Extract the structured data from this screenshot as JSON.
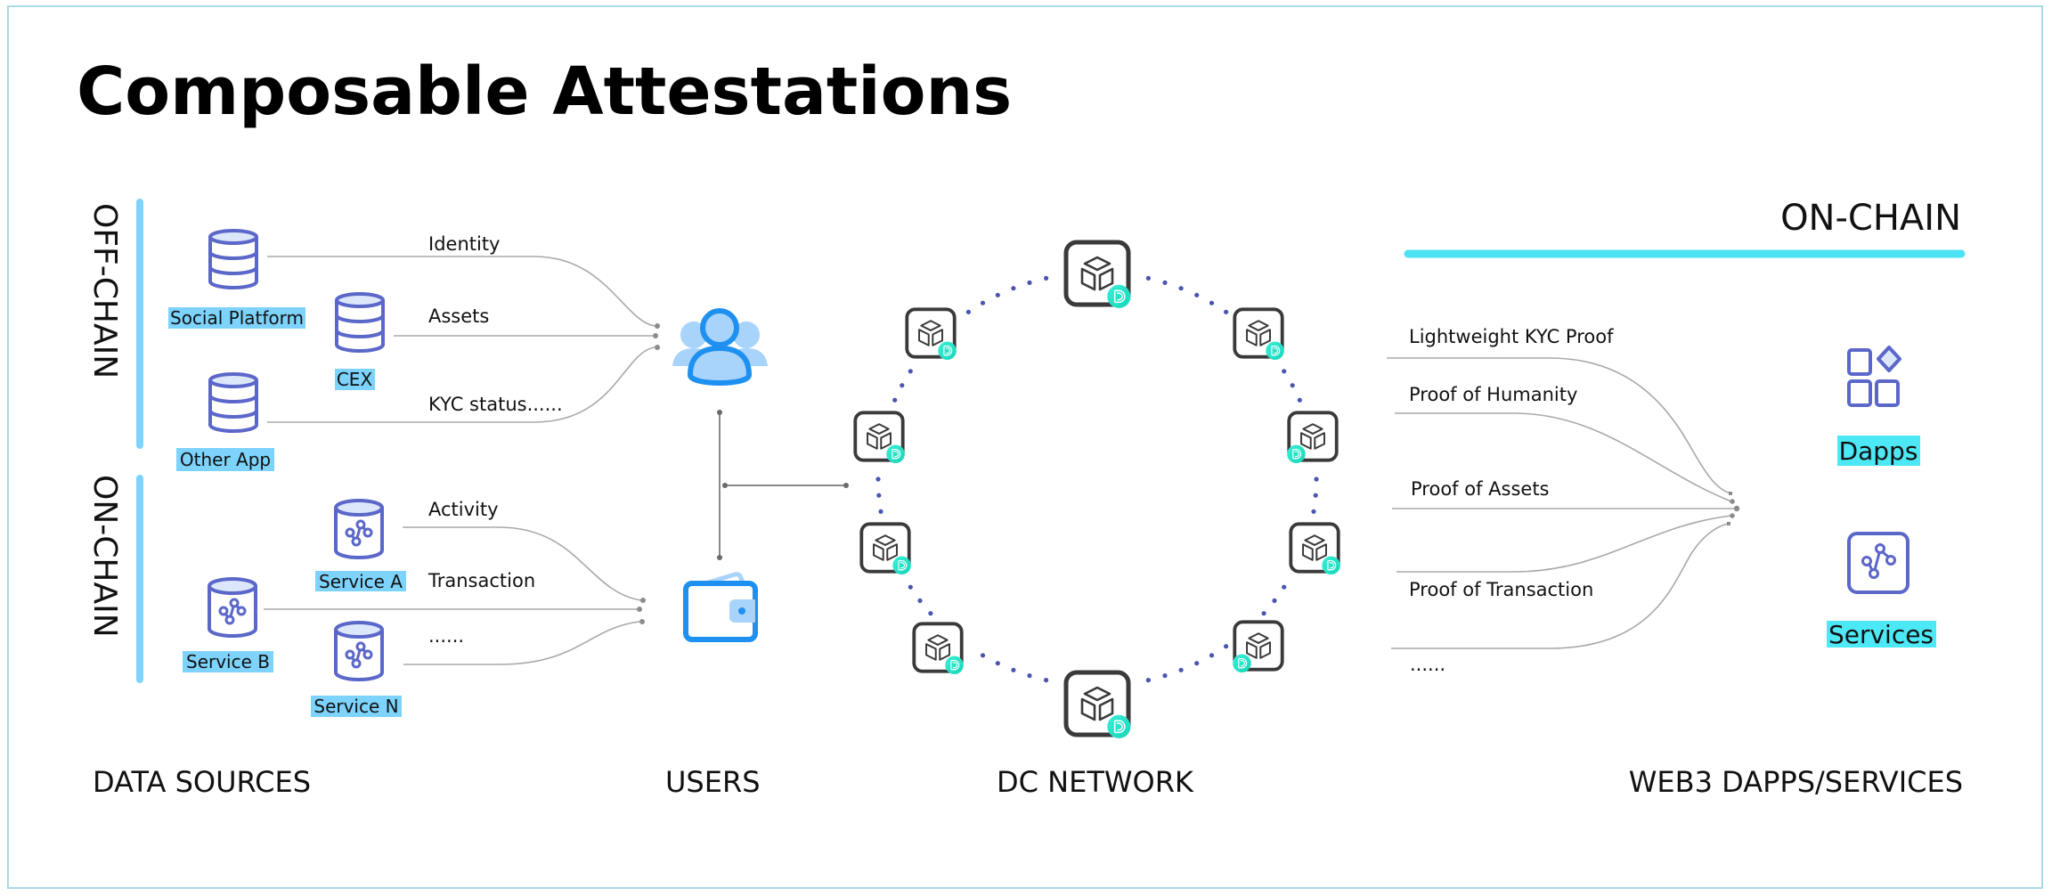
{
  "title": "Composable Attestations",
  "colors": {
    "frame": "#a9dbe6",
    "offchain_bar": "#7dd3fc",
    "onchain_bar": "#4de3f5",
    "source_highlight": "#7dd3fc",
    "target_highlight": "#4de8f5",
    "source_icon": "#5b67c9",
    "source_icon_fill": "#dde7fb",
    "user_icon": "#1e90f0",
    "user_icon_light": "#a8d3fb",
    "node_border": "#3a3a3a",
    "node_badge": "#2de0c4",
    "ring_dots": "#4a55b0",
    "connector": "#a8a8a8"
  },
  "sections": {
    "data_sources": "DATA SOURCES",
    "users": "USERS",
    "dc_network": "DC NETWORK",
    "web3": "WEB3 DAPPS/SERVICES"
  },
  "side_labels": {
    "off_chain": "OFF-CHAIN",
    "on_chain": "ON-CHAIN"
  },
  "onchain_header": "ON-CHAIN",
  "offchain_sources": [
    {
      "label": "Social Platform",
      "icon": "database-icon",
      "edge": "Identity"
    },
    {
      "label": "CEX",
      "icon": "database-icon",
      "edge": "Assets"
    },
    {
      "label": "Other App",
      "icon": "database-icon",
      "edge": "KYC status......"
    }
  ],
  "onchain_sources": [
    {
      "label": "Service A",
      "icon": "service-database-icon",
      "edge": "Activity"
    },
    {
      "label": "Service B",
      "icon": "service-database-icon",
      "edge": "Transaction"
    },
    {
      "label": "Service N",
      "icon": "service-database-icon",
      "edge": "......"
    }
  ],
  "users": {
    "people_icon": "users-icon",
    "wallet_icon": "wallet-icon"
  },
  "dc_network": {
    "node_icon": "cube-icon",
    "badge_icon": "dc-badge-icon",
    "node_count": 10
  },
  "proofs": [
    "Lightweight KYC Proof",
    "Proof of Humanity",
    "Proof of Assets",
    "Proof of Transaction",
    "......"
  ],
  "targets": [
    {
      "label": "Dapps",
      "icon": "apps-grid-icon"
    },
    {
      "label": "Services",
      "icon": "service-icon"
    }
  ]
}
